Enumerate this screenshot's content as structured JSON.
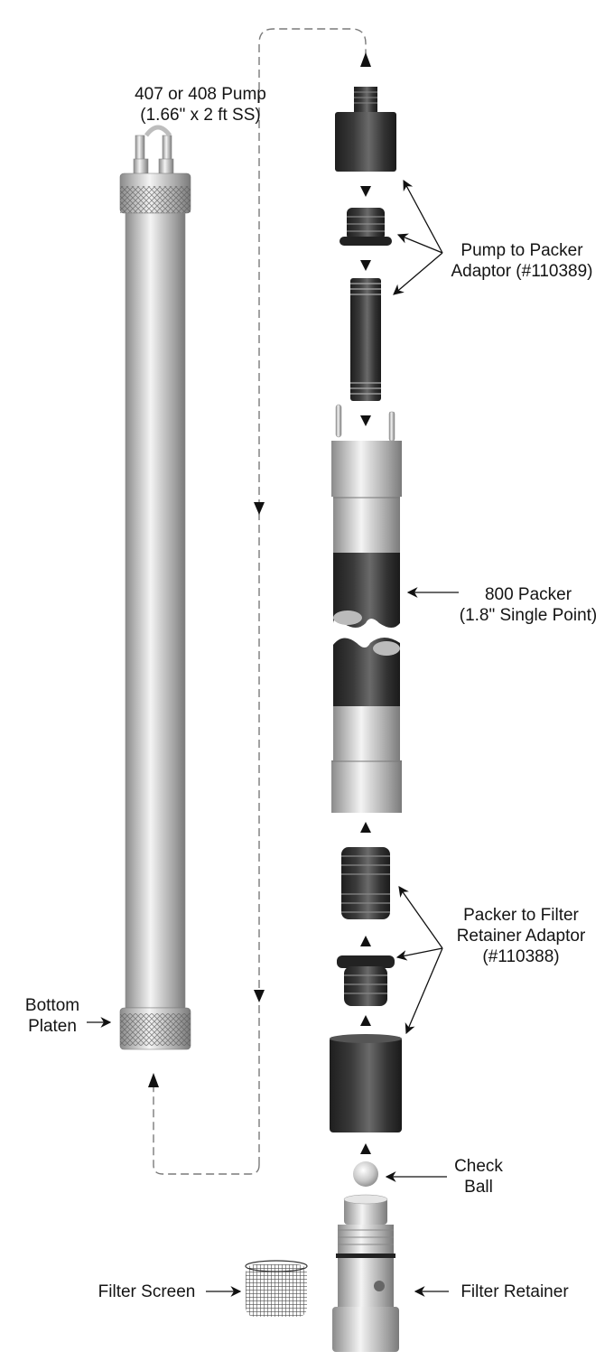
{
  "labels": {
    "pump": {
      "line1": "407 or 408 Pump",
      "line2": "(1.66\" x 2 ft SS)"
    },
    "pump_to_packer": {
      "line1": "Pump to Packer",
      "line2": "Adaptor (#110389)"
    },
    "packer": {
      "line1": "800 Packer",
      "line2": "(1.8\" Single Point)"
    },
    "packer_to_filter": {
      "line1": "Packer to Filter",
      "line2": "Retainer Adaptor",
      "line3": "(#110388)"
    },
    "bottom_platen": {
      "line1": "Bottom",
      "line2": "Platen"
    },
    "check_ball": {
      "line1": "Check",
      "line2": "Ball"
    },
    "filter_screen": {
      "line1": "Filter Screen"
    },
    "filter_retainer": {
      "line1": "Filter Retainer"
    }
  },
  "colors": {
    "steel_light": "#e8e8e8",
    "steel_mid": "#a9a9a9",
    "steel_dark": "#6e6e6e",
    "rubber_dark": "#2a2a2a",
    "rubber_mid": "#5a5a5a",
    "arrow": "#111111",
    "dashed_path": "#7a7a7a"
  }
}
